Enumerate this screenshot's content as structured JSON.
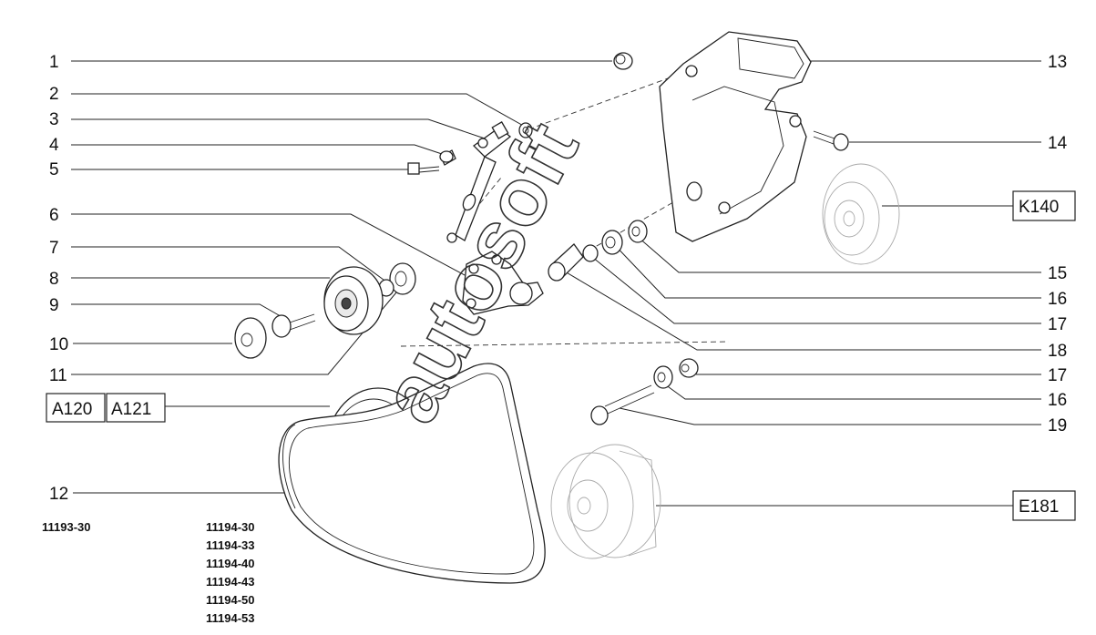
{
  "callouts_left": [
    "1",
    "2",
    "3",
    "4",
    "5",
    "6",
    "7",
    "8",
    "9",
    "10",
    "11"
  ],
  "callouts_right": [
    "13",
    "14",
    "15",
    "16",
    "17",
    "18",
    "17",
    "16",
    "19"
  ],
  "callout_12": "12",
  "boxed_codes": {
    "a120": "A120",
    "a121": "A121",
    "k140": "K140",
    "e181": "E181"
  },
  "model_codes_left": "11193-30",
  "model_codes_right": [
    "11194-30",
    "11194-33",
    "11194-40",
    "11194-43",
    "11194-50",
    "11194-53"
  ],
  "watermark": "autosoft"
}
